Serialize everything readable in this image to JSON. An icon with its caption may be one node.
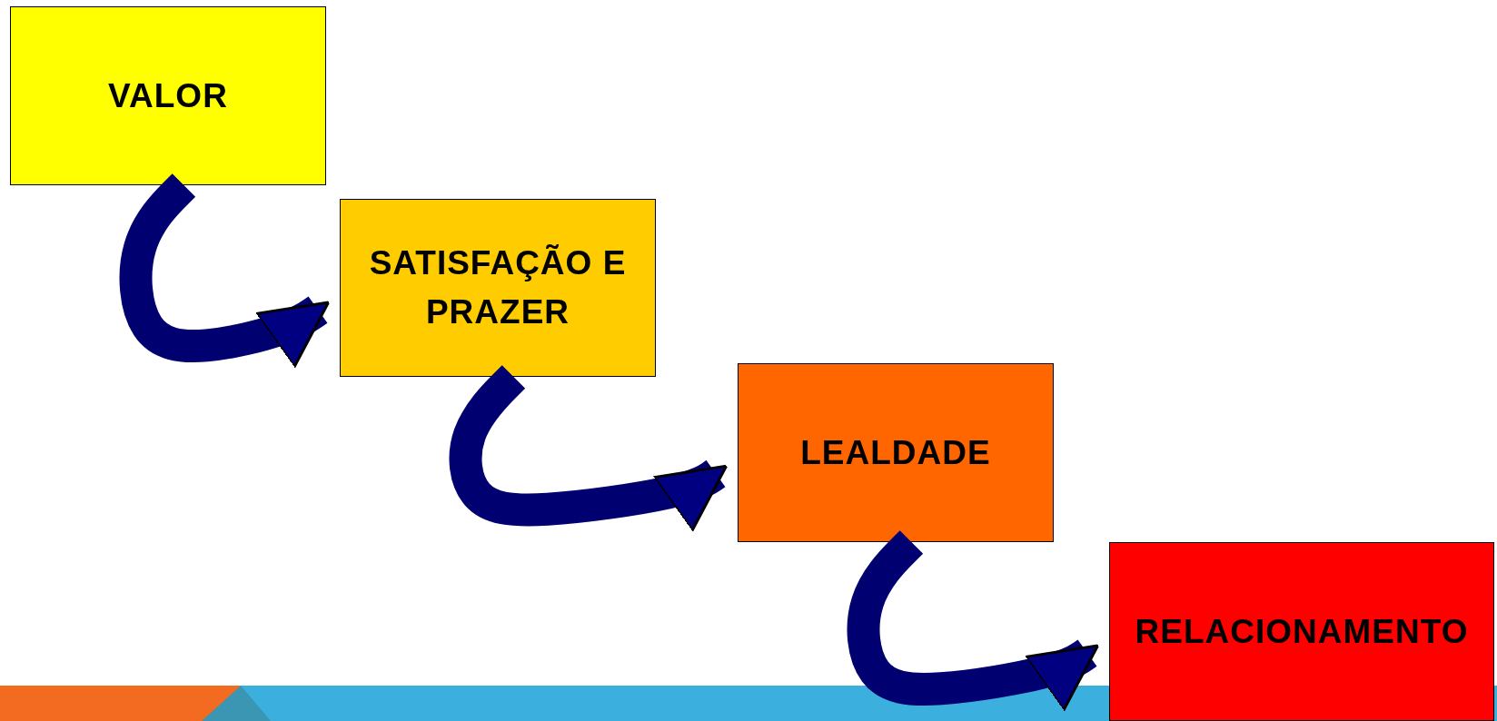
{
  "diagram": {
    "nodes": [
      {
        "text": [
          "VALOR"
        ]
      },
      {
        "text": [
          "SATISFAÇÃO E PRAZER"
        ]
      },
      {
        "text": [
          "LEALDADE"
        ]
      },
      {
        "text": [
          "RELACIONAMENTO"
        ]
      }
    ],
    "edges": [
      {
        "from": 0,
        "to": 1,
        "arrow": "to"
      },
      {
        "from": 1,
        "to": 2,
        "arrow": "to"
      },
      {
        "from": 2,
        "to": 3,
        "arrow": "to"
      }
    ]
  }
}
